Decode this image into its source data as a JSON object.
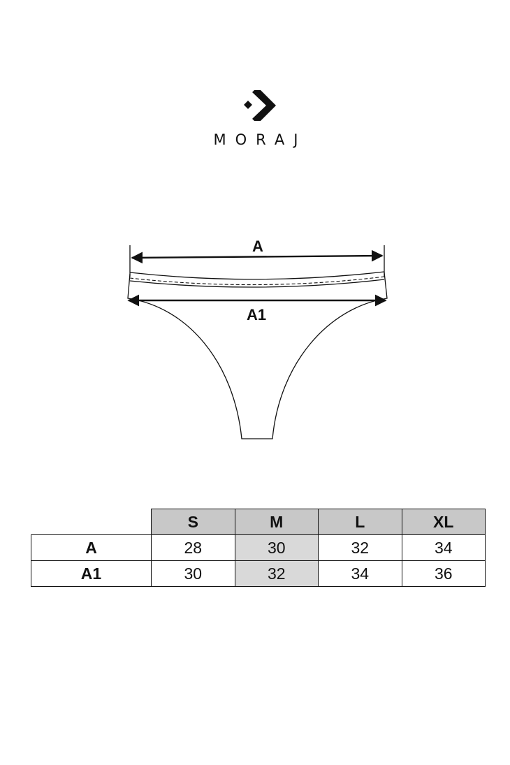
{
  "brand": {
    "name": "MORAJ",
    "logo_icon": "moraj-chevron-logo"
  },
  "diagram": {
    "label_a": "A",
    "label_a1": "A1"
  },
  "size_table": {
    "sizes": [
      "S",
      "M",
      "L",
      "XL"
    ],
    "highlighted_size": "M",
    "rows": [
      {
        "label": "A",
        "values": [
          "28",
          "30",
          "32",
          "34"
        ]
      },
      {
        "label": "A1",
        "values": [
          "30",
          "32",
          "34",
          "36"
        ]
      }
    ]
  }
}
